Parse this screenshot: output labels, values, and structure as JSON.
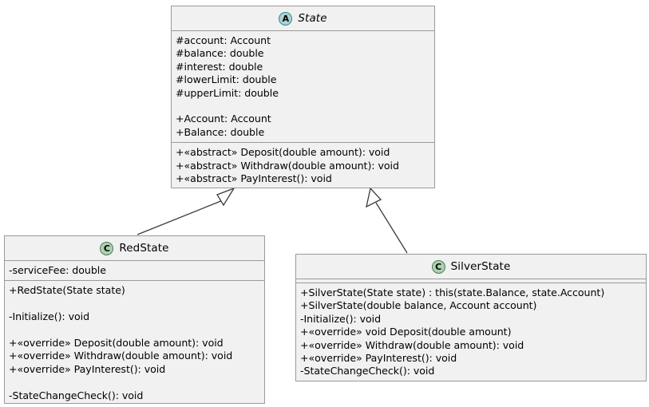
{
  "diagram": {
    "type": "uml-class-diagram",
    "background_color": "#FFFFFF",
    "box_fill_color": "#F1F1F1",
    "box_border_color": "#9A9A9A",
    "abstract_icon_color": "#ADD1D6",
    "class_icon_color": "#ADD1B4",
    "line_color": "#3B3B3B"
  },
  "classes": {
    "state": {
      "name": "State",
      "stereotype_icon": "A",
      "icon_name": "abstract-class-icon",
      "is_abstract": true,
      "attributes": [
        "#account: Account",
        "#balance: double",
        "#interest: double",
        "#lowerLimit: double",
        "#upperLimit: double",
        "",
        "+Account: Account",
        "+Balance: double"
      ],
      "methods": [
        "+«abstract» Deposit(double amount): void",
        "+«abstract» Withdraw(double amount): void",
        "+«abstract» PayInterest(): void"
      ]
    },
    "redstate": {
      "name": "RedState",
      "stereotype_icon": "C",
      "icon_name": "class-icon",
      "is_abstract": false,
      "attributes": [
        "-serviceFee: double"
      ],
      "methods": [
        "+RedState(State state)",
        "",
        "-Initialize(): void",
        "",
        "+«override» Deposit(double amount): void",
        "+«override» Withdraw(double amount): void",
        "+«override» PayInterest(): void",
        "",
        "-StateChangeCheck(): void"
      ]
    },
    "silverstate": {
      "name": "SilverState",
      "stereotype_icon": "C",
      "icon_name": "class-icon",
      "is_abstract": false,
      "attributes": [],
      "methods": [
        "+SilverState(State state) : this(state.Balance, state.Account)",
        "+SilverState(double balance, Account account)",
        "-Initialize(): void",
        "+«override» void Deposit(double amount)",
        "+«override» Withdraw(double amount): void",
        "+«override» PayInterest(): void",
        "-StateChangeCheck(): void"
      ]
    }
  },
  "relationships": [
    {
      "name": "redstate-extends-state",
      "type": "generalization",
      "from": "RedState",
      "to": "State",
      "arrow": "hollow-triangle"
    },
    {
      "name": "silverstate-extends-state",
      "type": "generalization",
      "from": "SilverState",
      "to": "State",
      "arrow": "hollow-triangle"
    }
  ]
}
